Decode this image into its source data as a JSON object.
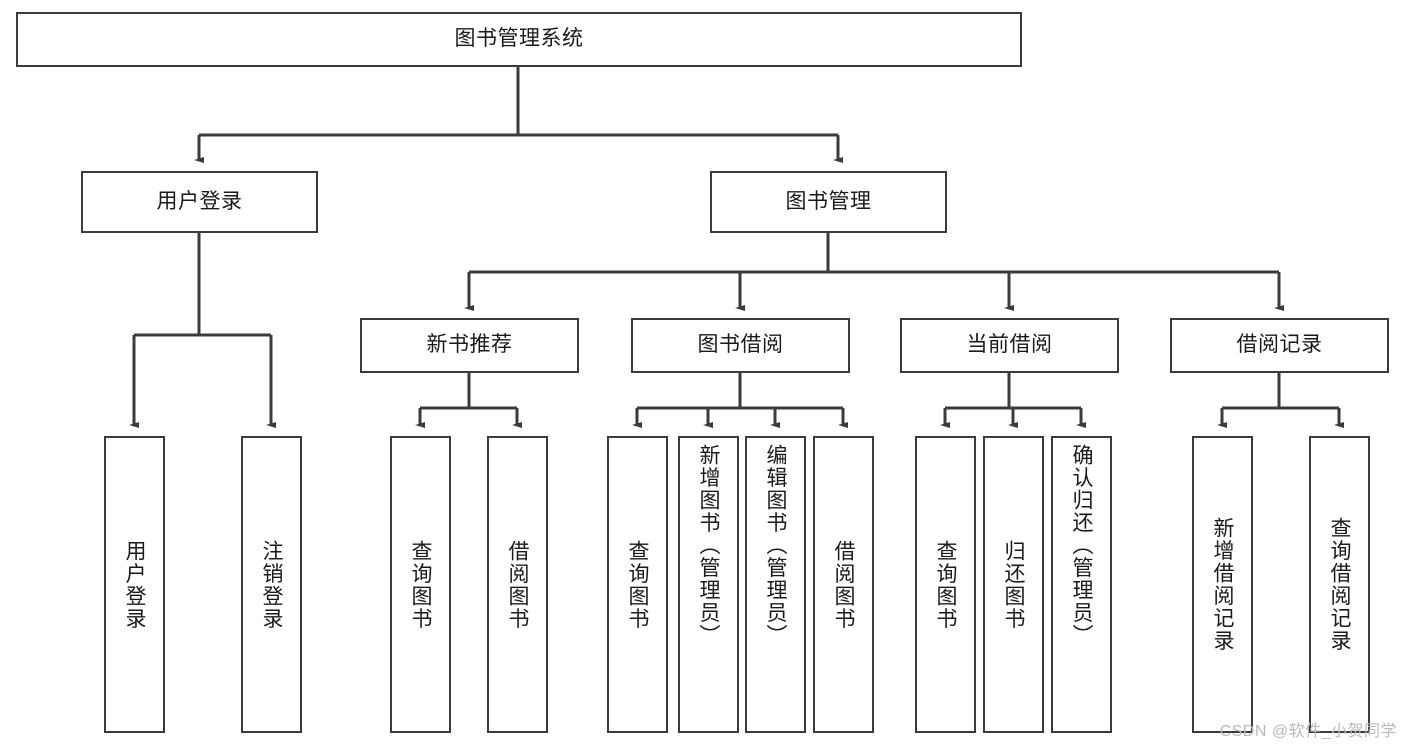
{
  "diagram": {
    "title": "图书管理系统",
    "type": "tree",
    "colors": {
      "box_border": "#3b3b3b",
      "box_fill": "#ffffff",
      "edge": "#3b3b3b",
      "text": "#1a1a1a",
      "watermark": "#b9b9b9",
      "background": "#ffffff"
    },
    "root": {
      "label": "图书管理系统"
    },
    "level2": [
      {
        "label": "用户登录"
      },
      {
        "label": "图书管理"
      }
    ],
    "level3": [
      {
        "label": "新书推荐"
      },
      {
        "label": "图书借阅"
      },
      {
        "label": "当前借阅"
      },
      {
        "label": "借阅记录"
      }
    ],
    "leaves_user_login": [
      {
        "label": "用户登录"
      },
      {
        "label": "注销登录"
      }
    ],
    "leaves_new_books": [
      {
        "label": "查询图书"
      },
      {
        "label": "借阅图书"
      }
    ],
    "leaves_book_borrow": [
      {
        "label": "查询图书"
      },
      {
        "label": "新增图书（管理员）"
      },
      {
        "label": "编辑图书（管理员）"
      },
      {
        "label": "借阅图书"
      }
    ],
    "leaves_current_borrow": [
      {
        "label": "查询图书"
      },
      {
        "label": "归还图书"
      },
      {
        "label": "确认归还（管理员）"
      }
    ],
    "leaves_borrow_record": [
      {
        "label": "新增借阅记录"
      },
      {
        "label": "查询借阅记录"
      }
    ],
    "watermark": "CSDN @软件_小贺同学"
  }
}
